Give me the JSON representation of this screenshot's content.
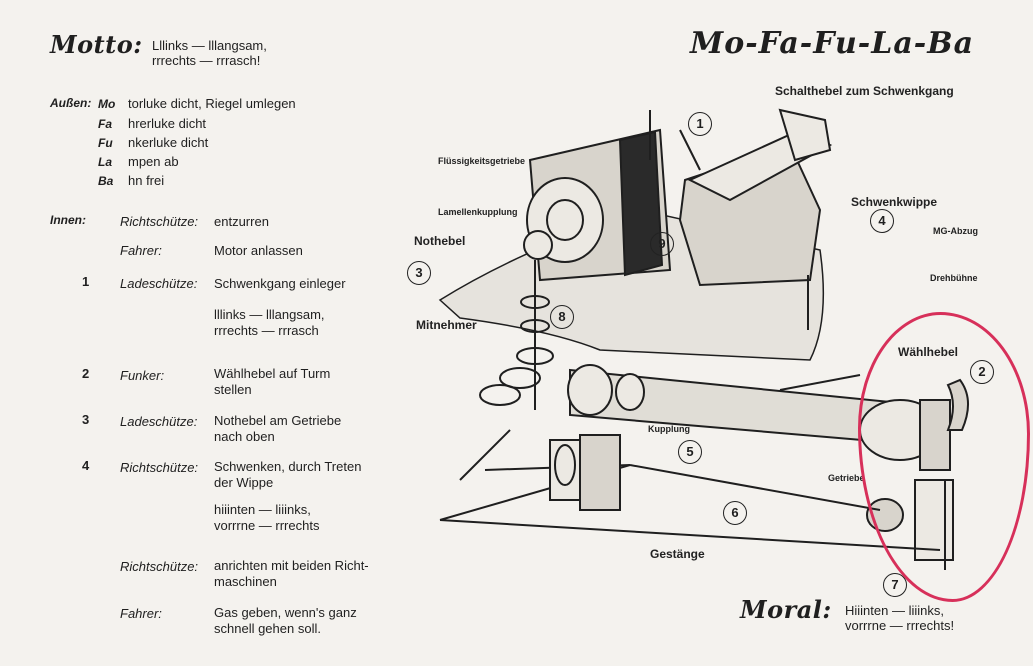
{
  "motto": {
    "title": "Motto:",
    "lines": [
      "Lllinks — lllangsam,",
      "rrrechts — rrrasch!"
    ]
  },
  "title": "Mo-Fa-Fu-La-Ba",
  "aussen": {
    "label": "Außen:",
    "items": [
      {
        "prefix": "Mo",
        "rest": "torluke dicht, Riegel umlegen"
      },
      {
        "prefix": "Fa",
        "rest": "hrerluke dicht"
      },
      {
        "prefix": "Fu",
        "rest": "nkerluke dicht"
      },
      {
        "prefix": "La",
        "rest": "mpen ab"
      },
      {
        "prefix": "Ba",
        "rest": "hn frei"
      }
    ]
  },
  "innen": {
    "label": "Innen:",
    "steps": [
      {
        "num": "",
        "role": "Richtschütze:",
        "text": "entzurren"
      },
      {
        "num": "",
        "role": "Fahrer:",
        "text": "Motor anlassen"
      },
      {
        "num": "1",
        "role": "Ladeschütze:",
        "text": "Schwenkgang einleger"
      },
      {
        "num": "",
        "role": "",
        "text": "lllinks — lllangsam,\nrrrechts — rrrasch"
      },
      {
        "num": "2",
        "role": "Funker:",
        "text": "Wählhebel auf Turm\nstellen"
      },
      {
        "num": "3",
        "role": "Ladeschütze:",
        "text": "Nothebel   am   Getriebe\nnach oben"
      },
      {
        "num": "4",
        "role": "Richtschütze:",
        "text": "Schwenken, durch Treten\nder Wippe"
      },
      {
        "num": "",
        "role": "",
        "text": "hiiinten — liiinks,\nvorrrne — rrrechts"
      },
      {
        "num": "",
        "role": "Richtschütze:",
        "text": "anrichten mit beiden Richt-\nmaschinen"
      },
      {
        "num": "",
        "role": "Fahrer:",
        "text": "Gas geben, wenn's ganz\nschnell gehen soll."
      }
    ]
  },
  "diagram": {
    "labels": {
      "schalthebel": "Schalthebel zum Schwenkgang",
      "fluessigkeit": "Flüssigkeitsgetriebe",
      "lamellen": "Lamellenkupplung",
      "nothebel": "Nothebel",
      "mitnehmer": "Mitnehmer",
      "schwenkwippe": "Schwenkwippe",
      "mgabzug": "MG-Abzug",
      "drehbuehne": "Drehbühne",
      "waehlhebel": "Wählhebel",
      "kupplung": "Kupplung",
      "getriebe": "Getriebe",
      "gestaenge": "Gestänge"
    },
    "numbers": [
      "1",
      "2",
      "3",
      "4",
      "5",
      "6",
      "7",
      "8",
      "9"
    ]
  },
  "moral": {
    "title": "Moral:",
    "lines": [
      "Hiiinten — liiinks,",
      "vorrrne — rrrechts!"
    ]
  },
  "colors": {
    "ink": "#1f1f1f",
    "paper": "#f4f2ee",
    "highlight": "#d7305a"
  }
}
